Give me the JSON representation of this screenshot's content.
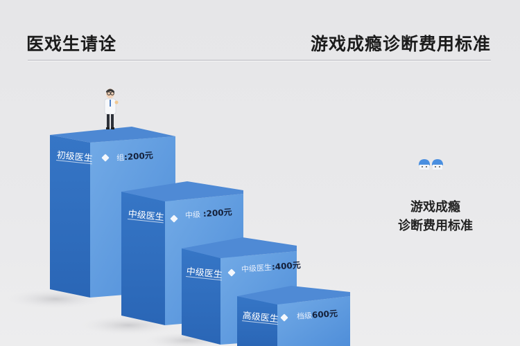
{
  "header": {
    "left_title": "医戏生请诠",
    "right_title": "游戏成瘾诊断费用标准"
  },
  "blocks": [
    {
      "label": "初级医生",
      "price_prefix": "组",
      "price_value": ":200元"
    },
    {
      "label": "中级医生",
      "price_prefix": "中级",
      "price_value": ":200元"
    },
    {
      "label": "中级医生",
      "price_prefix": "中级医生",
      "price_value": ":400元"
    },
    {
      "label": "高级医生",
      "price_prefix": "档级",
      "price_value": "600元"
    }
  ],
  "side": {
    "title_line1": "游戏成瘾",
    "title_line2": "诊断费用标准",
    "icon": "cartoon-heads-icon"
  },
  "figure": {
    "icon": "doctor-figure-icon"
  },
  "colors": {
    "background": "#e8e8ea",
    "block_left_face": "#2f6fc0",
    "block_right_face": "#5d9be0",
    "block_top_face": "#4f8bd6",
    "text_dark": "#1c1c1c"
  }
}
